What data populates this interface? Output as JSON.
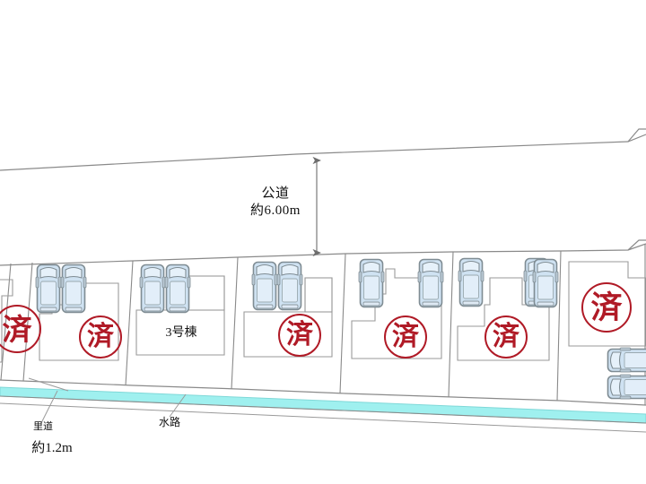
{
  "diagram": {
    "type": "site-plan",
    "title_labels": {
      "public_road": "公道",
      "public_road_width": "約6.00m",
      "waterway": "水路",
      "farm_road": "里道",
      "farm_road_width": "約1.2m"
    },
    "colors": {
      "stamp_red": "#b01a26",
      "waterway_cyan": "#9ff0ef",
      "line_gray": "#8a8a8a",
      "car_body": "#cfe2f2",
      "car_outline": "#7f8c93",
      "building_outline": "#9a9a9a"
    },
    "plots": [
      {
        "id": "plot-0",
        "name": "",
        "status_stamp": "済",
        "stamp_visible": true,
        "cars": 0,
        "edge_clipped": true
      },
      {
        "id": "plot-1",
        "name": "",
        "status_stamp": "済",
        "stamp_visible": true,
        "cars": 2,
        "edge_clipped": false
      },
      {
        "id": "plot-2",
        "name": "3号棟",
        "status_stamp": "",
        "stamp_visible": false,
        "cars": 2,
        "edge_clipped": false
      },
      {
        "id": "plot-3",
        "name": "",
        "status_stamp": "済",
        "stamp_visible": true,
        "cars": 2,
        "edge_clipped": false
      },
      {
        "id": "plot-4",
        "name": "",
        "status_stamp": "済",
        "stamp_visible": true,
        "cars": 2,
        "edge_clipped": false
      },
      {
        "id": "plot-5",
        "name": "",
        "status_stamp": "済",
        "stamp_visible": true,
        "cars": 2,
        "edge_clipped": false
      },
      {
        "id": "plot-6",
        "name": "",
        "status_stamp": "済",
        "stamp_visible": true,
        "cars": 3,
        "edge_clipped": true
      }
    ],
    "stamp_text": "済",
    "building_label_3": "3号棟",
    "dimension_arrow": {
      "label": "公道\n約6.00m",
      "orientation": "vertical",
      "double_headed": true
    }
  }
}
